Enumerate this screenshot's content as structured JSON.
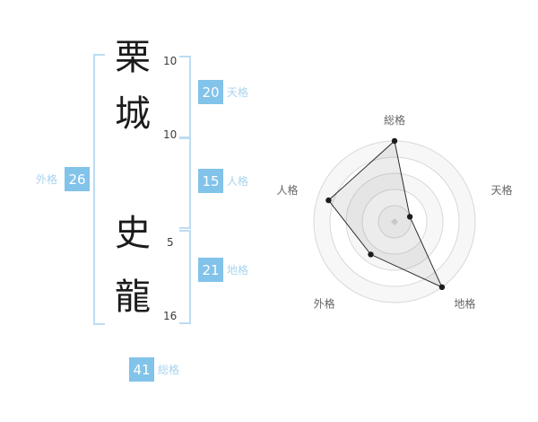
{
  "name": {
    "characters": [
      {
        "char": "栗",
        "strokes": "10"
      },
      {
        "char": "城",
        "strokes": "10"
      },
      {
        "char": "史",
        "strokes": "5"
      },
      {
        "char": "龍",
        "strokes": "16"
      }
    ]
  },
  "kaku": {
    "tenkaku": {
      "label": "天格",
      "value": "20"
    },
    "jinkaku": {
      "label": "人格",
      "value": "15"
    },
    "chikaku": {
      "label": "地格",
      "value": "21"
    },
    "gaikaku": {
      "label": "外格",
      "value": "26"
    },
    "soukaku": {
      "label": "総格",
      "value": "41"
    }
  },
  "chart_data": {
    "type": "radar",
    "categories": [
      "総格",
      "天格",
      "地格",
      "外格",
      "人格"
    ],
    "values": [
      5,
      1,
      5,
      2.5,
      4.3
    ],
    "max": 5,
    "rings": 5,
    "grid": "circular",
    "legend": false
  },
  "colors": {
    "badge_bg": "#82c3ea",
    "kaku_label": "#a9d3ee",
    "bracket": "#bcdcf2",
    "radar_ring": "#d8d8d8",
    "radar_ring_fill_a": "#f7f7f7",
    "radar_ring_fill_b": "#ffffff",
    "radar_fill": "rgba(110,110,110,0.13)",
    "radar_line": "#2b2b2b",
    "radar_dot": "#1c1c1c",
    "radar_center": "#c8c8c8",
    "radar_label": "#666666"
  }
}
